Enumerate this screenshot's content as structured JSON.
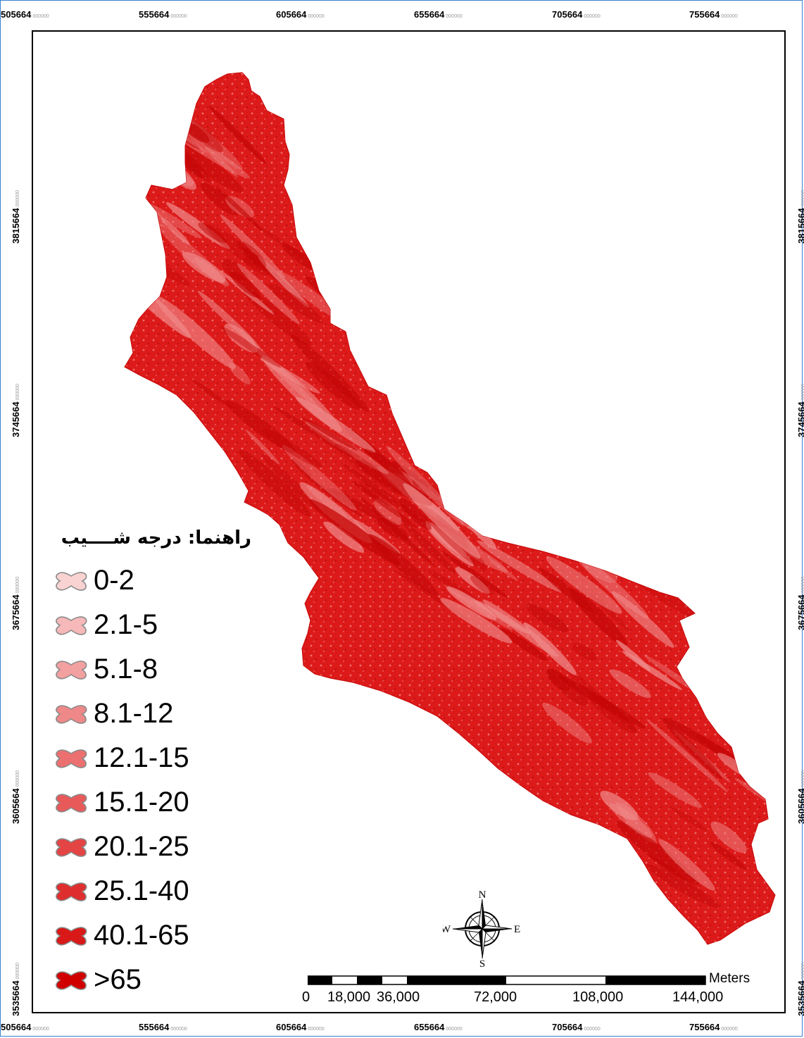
{
  "map": {
    "legend_title": "راهنما: درجه شــــیب",
    "legend": [
      {
        "label": "0-2",
        "color": "#f9d2d2"
      },
      {
        "label": "2.1-5",
        "color": "#f6b8b8"
      },
      {
        "label": "5.1-8",
        "color": "#f3a0a0"
      },
      {
        "label": "8.1-12",
        "color": "#ef8888"
      },
      {
        "label": "12.1-15",
        "color": "#ec7070"
      },
      {
        "label": "15.1-20",
        "color": "#e85a5a"
      },
      {
        "label": "20.1-25",
        "color": "#e44444"
      },
      {
        "label": "25.1-40",
        "color": "#df2e2e"
      },
      {
        "label": "40.1-65",
        "color": "#d91818"
      },
      {
        "label": ">65",
        "color": "#d00000"
      }
    ],
    "x_ticks": [
      {
        "value": "505664",
        "suffix": "000000"
      },
      {
        "value": "555664",
        "suffix": "000000"
      },
      {
        "value": "605664",
        "suffix": "000000"
      },
      {
        "value": "655664",
        "suffix": "000000"
      },
      {
        "value": "705664",
        "suffix": "000000"
      },
      {
        "value": "755664",
        "suffix": "000000"
      }
    ],
    "y_ticks": [
      {
        "value": "3815664",
        "suffix": "000000"
      },
      {
        "value": "3745664",
        "suffix": "000000"
      },
      {
        "value": "3675664",
        "suffix": "000000"
      },
      {
        "value": "3605664",
        "suffix": "000000"
      },
      {
        "value": "3535664",
        "suffix": "000000"
      }
    ],
    "scalebar": {
      "unit": "Meters",
      "labels": [
        "0",
        "18,000",
        "36,000",
        "72,000",
        "108,000",
        "144,000"
      ]
    },
    "compass": {
      "n": "N",
      "s": "S",
      "e": "E",
      "w": "W"
    },
    "colors": {
      "region_fill": "#dd1a1a",
      "region_dark": "#c40606",
      "region_light": "#f08a8a",
      "frame": "#000000",
      "page_border": "#3b7fd0"
    }
  }
}
